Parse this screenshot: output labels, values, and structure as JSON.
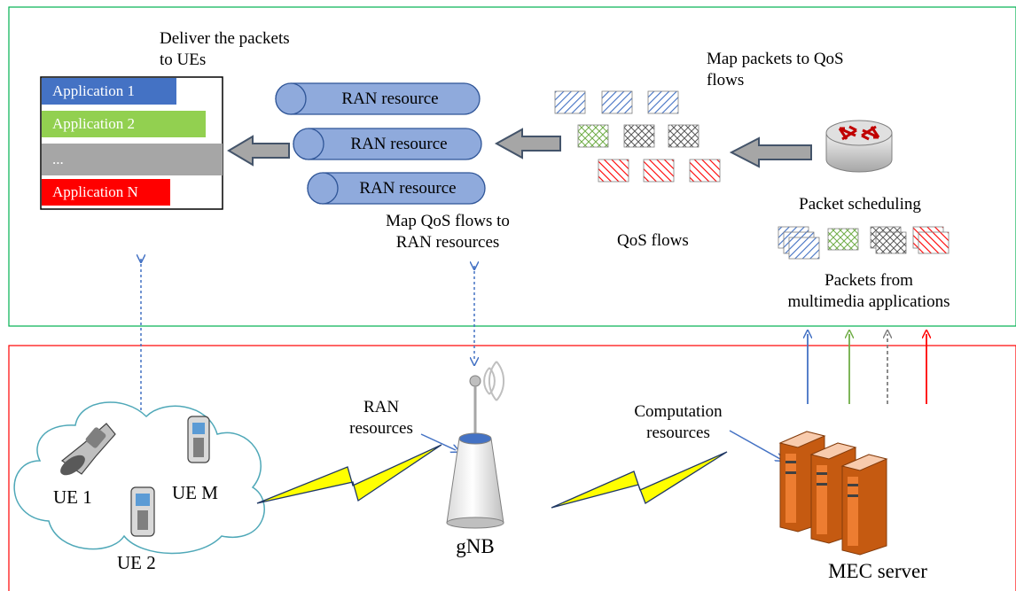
{
  "top_panel": {
    "deliver_label": "Deliver the packets\nto UEs",
    "applications": [
      {
        "label": "Application 1",
        "color": "#4472C4"
      },
      {
        "label": "Application 2",
        "color": "#92D050"
      },
      {
        "label": "...",
        "color": "#A6A6A6"
      },
      {
        "label": "Application N",
        "color": "#FF0000"
      }
    ],
    "ran_resources": [
      "RAN resource",
      "RAN resource",
      "RAN resource"
    ],
    "map_qos_to_ran": "Map QoS flows to\nRAN resources",
    "map_packets_to_qos": "Map packets to QoS\nflows",
    "qos_flows_label": "QoS flows",
    "packet_scheduling_label": "Packet scheduling",
    "packets_from_label": "Packets from\nmultimedia applications"
  },
  "bottom_panel": {
    "ue_labels": {
      "ue1": "UE 1",
      "ue2": "UE 2",
      "uem": "UE M"
    },
    "ran_resources_label": "RAN\nresources",
    "computation_label": "Computation\nresources",
    "gnb_label": "gNB",
    "mec_label": "MEC server"
  },
  "colors": {
    "top_border": "#00B050",
    "bottom_border": "#FF0000",
    "ran_fill": "#8FAADC",
    "ran_stroke": "#2F5597",
    "arrow_fill": "#A6A6A6",
    "arrow_stroke": "#44546A",
    "blue_arrow": "#4472C4",
    "green_arrow": "#70AD47",
    "gray_arrow": "#808080",
    "red_arrow": "#FF0000",
    "lightning": "#FFFF00"
  }
}
